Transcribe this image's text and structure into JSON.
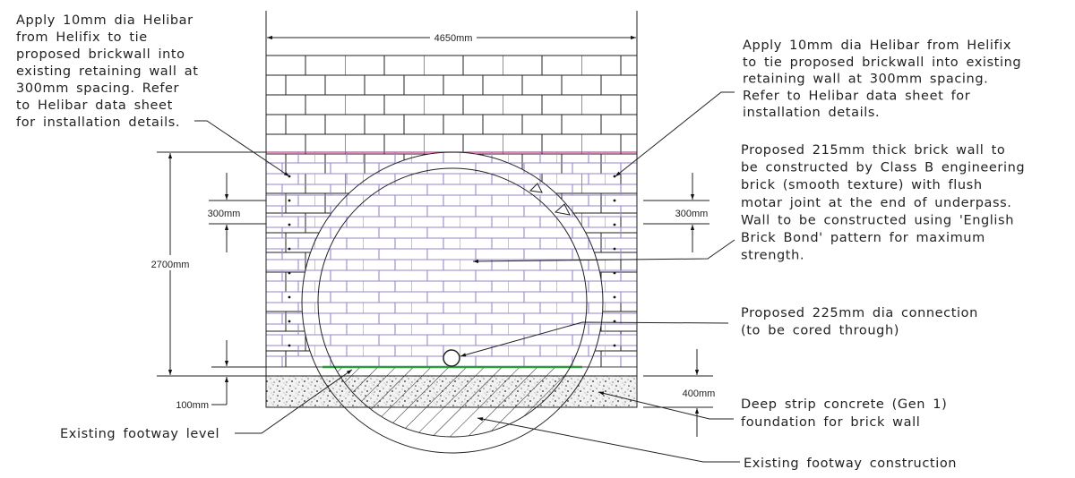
{
  "dimensions": {
    "width_total": "4650mm",
    "height_total": "2700mm",
    "tie_spacing_left": "300mm",
    "tie_spacing_right": "300mm",
    "footway_offset": "100mm",
    "foundation_depth": "400mm"
  },
  "notes": {
    "helibar_left": [
      "Apply 10mm dia Helibar",
      "from Helifix to tie",
      "proposed brickwall into",
      "existing retaining wall at",
      "300mm spacing. Refer",
      "to Helibar data sheet",
      "for installation details."
    ],
    "helibar_right": [
      "Apply 10mm dia Helibar from Helifix",
      "to tie proposed brickwall into existing",
      "retaining wall at 300mm spacing.",
      "Refer to Helibar data sheet for",
      "installation details."
    ],
    "brick_wall": [
      "Proposed 215mm thick brick wall to",
      "be constructed by Class B engineering",
      "brick (smooth texture) with flush",
      "motar joint at the end of underpass.",
      "Wall to be constructed using 'English",
      "Brick Bond' pattern for maximum",
      "strength."
    ],
    "connection": [
      "Proposed 225mm dia connection",
      "(to be cored through)"
    ],
    "foundation": [
      "Deep strip concrete (Gen 1)",
      "foundation for brick wall"
    ],
    "footway_level": "Existing footway level",
    "footway_construction": "Existing footway construction"
  },
  "colors": {
    "line": "#222222",
    "proposed_brick": "#9a86cc",
    "top_of_wall_line": "#d0409a",
    "footway_level_line": "#2a9a3a"
  }
}
